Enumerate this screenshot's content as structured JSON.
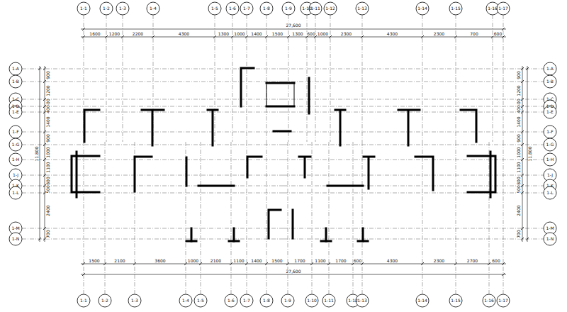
{
  "diagram": {
    "labels": [
      "1-1",
      "1-2",
      "1-3",
      "1-4",
      "1-5",
      "1-6",
      "1-7",
      "1-8",
      "1-9",
      "1-10",
      "1-11",
      "1-12",
      "1-13",
      "1-14",
      "1-15",
      "1-16",
      "1-17",
      "1-1",
      "1-2",
      "1-3",
      "1-4",
      "1-5",
      "1-6",
      "1-7",
      "1-8",
      "1-9",
      "1-10",
      "1-11",
      "1-12",
      "1-13",
      "1-14",
      "1-15",
      "1-16",
      "1-17",
      "1-A",
      "1-B",
      "1-C",
      "1-D",
      "1-E",
      "1-F",
      "1-G",
      "1-H",
      "1-J",
      "1-K",
      "1-L",
      "1-M",
      "1-N",
      "1-A",
      "1-B",
      "1-C",
      "1-D",
      "1-E",
      "1-F",
      "1-G",
      "1-H",
      "1-J",
      "1-K",
      "1-L",
      "1-M",
      "1-N",
      "1600",
      "1200",
      "2200",
      "4300",
      "1300",
      "1000",
      "1400",
      "1500",
      "1300",
      "600",
      "1000",
      "2300",
      "4300",
      "2300",
      "700",
      "600",
      "27,600",
      "1500",
      "2100",
      "3600",
      "1000",
      "2100",
      "1100",
      "1400",
      "1500",
      "1700",
      "1100",
      "1700",
      "600",
      "4300",
      "2300",
      "2700",
      "600",
      "27,600",
      "900",
      "1200",
      "500",
      "400",
      "1400",
      "900",
      "1000",
      "1100",
      "800",
      "500",
      "2400",
      "700",
      "11,800",
      "900",
      "1200",
      "500",
      "400",
      "1400",
      "900",
      "1000",
      "1100",
      "800",
      "500",
      "2400",
      "700",
      "11,800"
    ]
  }
}
